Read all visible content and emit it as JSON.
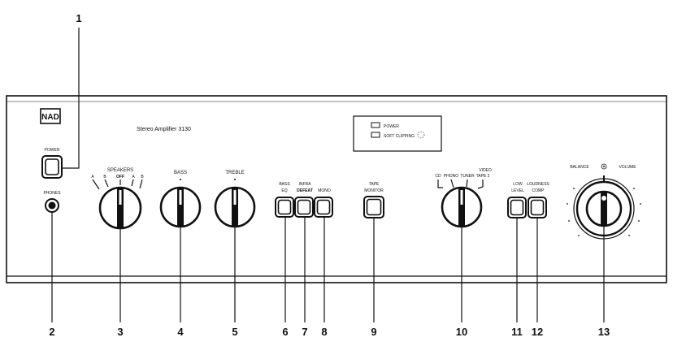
{
  "brand": "NAD",
  "model_label": "Stereo Amplifier 3130",
  "indicators": {
    "power": "POWER",
    "soft_clipping": "SOFT CLIPPING"
  },
  "labels": {
    "power_button": "POWER",
    "phones": "PHONES",
    "speakers": "SPEAKERS",
    "speakers_a_left": "A",
    "speakers_b_left": "B",
    "speakers_off": "OFF",
    "speakers_a_right": "A",
    "speakers_b_right": "B",
    "bass": "BASS",
    "treble": "TREBLE",
    "bass_eq_1": "BASS",
    "bass_eq_2": "EQ",
    "infra_1": "INFRA",
    "infra_2": "DEFEAT",
    "mono": "MONO",
    "tape_monitor_1": "TAPE",
    "tape_monitor_2": "MONITOR",
    "selector_cd": "CD",
    "selector_phono": "PHONO",
    "selector_tuner": "TUNER",
    "selector_video_1": "VIDEO",
    "selector_video_2": "TAPE 2",
    "low_level_1": "LOW",
    "low_level_2": "LEVEL",
    "loudness_1": "LOUDNESS",
    "loudness_2": "COMP",
    "balance": "BALANCE",
    "volume": "VOLUME"
  },
  "callouts": [
    "1",
    "2",
    "3",
    "4",
    "5",
    "6",
    "7",
    "8",
    "9",
    "10",
    "11",
    "12",
    "13"
  ]
}
